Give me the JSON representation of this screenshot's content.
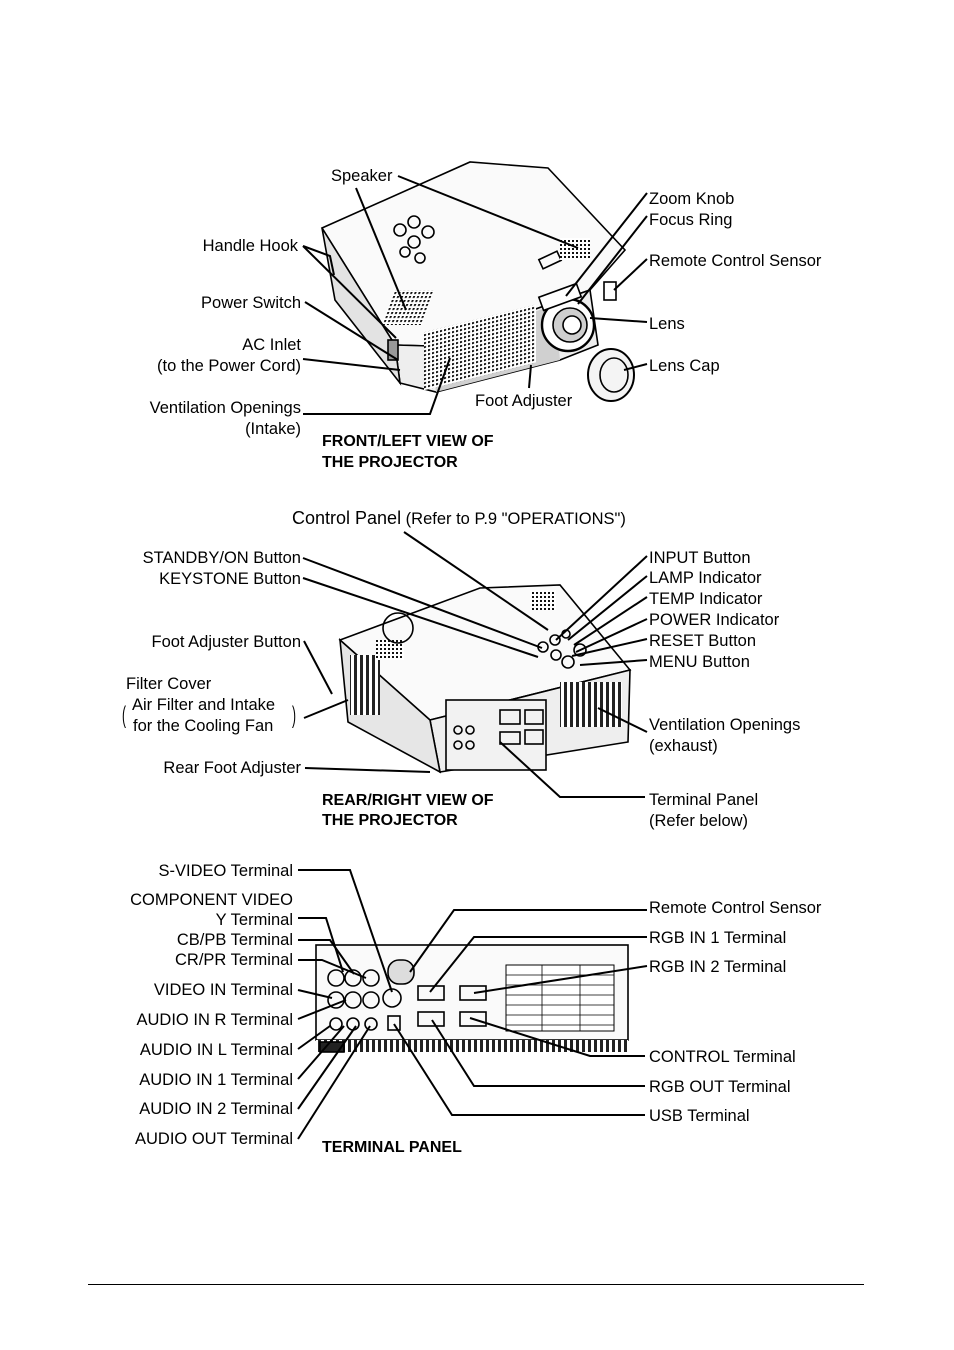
{
  "front_view": {
    "title_line1": "FRONT/LEFT VIEW OF",
    "title_line2": "THE PROJECTOR",
    "labels": {
      "speaker": "Speaker",
      "handle_hook": "Handle Hook",
      "power_switch": "Power Switch",
      "ac_inlet_1": "AC Inlet",
      "ac_inlet_2": "(to the Power Cord)",
      "vent_1": "Ventilation Openings",
      "vent_2": "(Intake)",
      "zoom_knob": "Zoom Knob",
      "focus_ring": "Focus Ring",
      "remote_sensor": "Remote Control Sensor",
      "lens": "Lens",
      "lens_cap": "Lens Cap",
      "foot_adjuster": "Foot Adjuster"
    }
  },
  "rear_view": {
    "title_line1": "REAR/RIGHT VIEW OF",
    "title_line2": "THE PROJECTOR",
    "control_panel_main": "Control Panel",
    "control_panel_ref": "(Refer to P.9 \"OPERATIONS\")",
    "labels": {
      "standby": "STANDBY/ON Button",
      "keystone": "KEYSTONE Button",
      "foot_adjuster_button": "Foot Adjuster Button",
      "filter_cover": "Filter Cover",
      "air_filter_1": "Air Filter and Intake",
      "air_filter_2": "for the Cooling Fan",
      "rear_foot": "Rear Foot Adjuster",
      "input_button": "INPUT Button",
      "lamp_indicator": "LAMP Indicator",
      "temp_indicator": "TEMP Indicator",
      "power_indicator": "POWER Indicator",
      "reset_button": "RESET Button",
      "menu_button": "MENU Button",
      "vent_1": "Ventilation Openings",
      "vent_2": "(exhaust)",
      "terminal_panel_1": "Terminal Panel",
      "terminal_panel_2": "(Refer below)"
    }
  },
  "terminal_panel": {
    "title": "TERMINAL PANEL",
    "labels": {
      "svideo": "S-VIDEO Terminal",
      "component_1": "COMPONENT VIDEO",
      "component_2": "Y Terminal",
      "cb_pb": "CB/PB Terminal",
      "cr_pr": "CR/PR Terminal",
      "video_in": "VIDEO IN Terminal",
      "audio_in_r": "AUDIO IN R Terminal",
      "audio_in_l": "AUDIO IN L Terminal",
      "audio_in_1": "AUDIO IN 1 Terminal",
      "audio_in_2": "AUDIO IN 2 Terminal",
      "audio_out": "AUDIO OUT Terminal",
      "remote_sensor": "Remote Control Sensor",
      "rgb_in_1": "RGB IN 1 Terminal",
      "rgb_in_2": "RGB IN 2 Terminal",
      "control": "CONTROL Terminal",
      "rgb_out": "RGB OUT Terminal",
      "usb": "USB Terminal"
    }
  }
}
